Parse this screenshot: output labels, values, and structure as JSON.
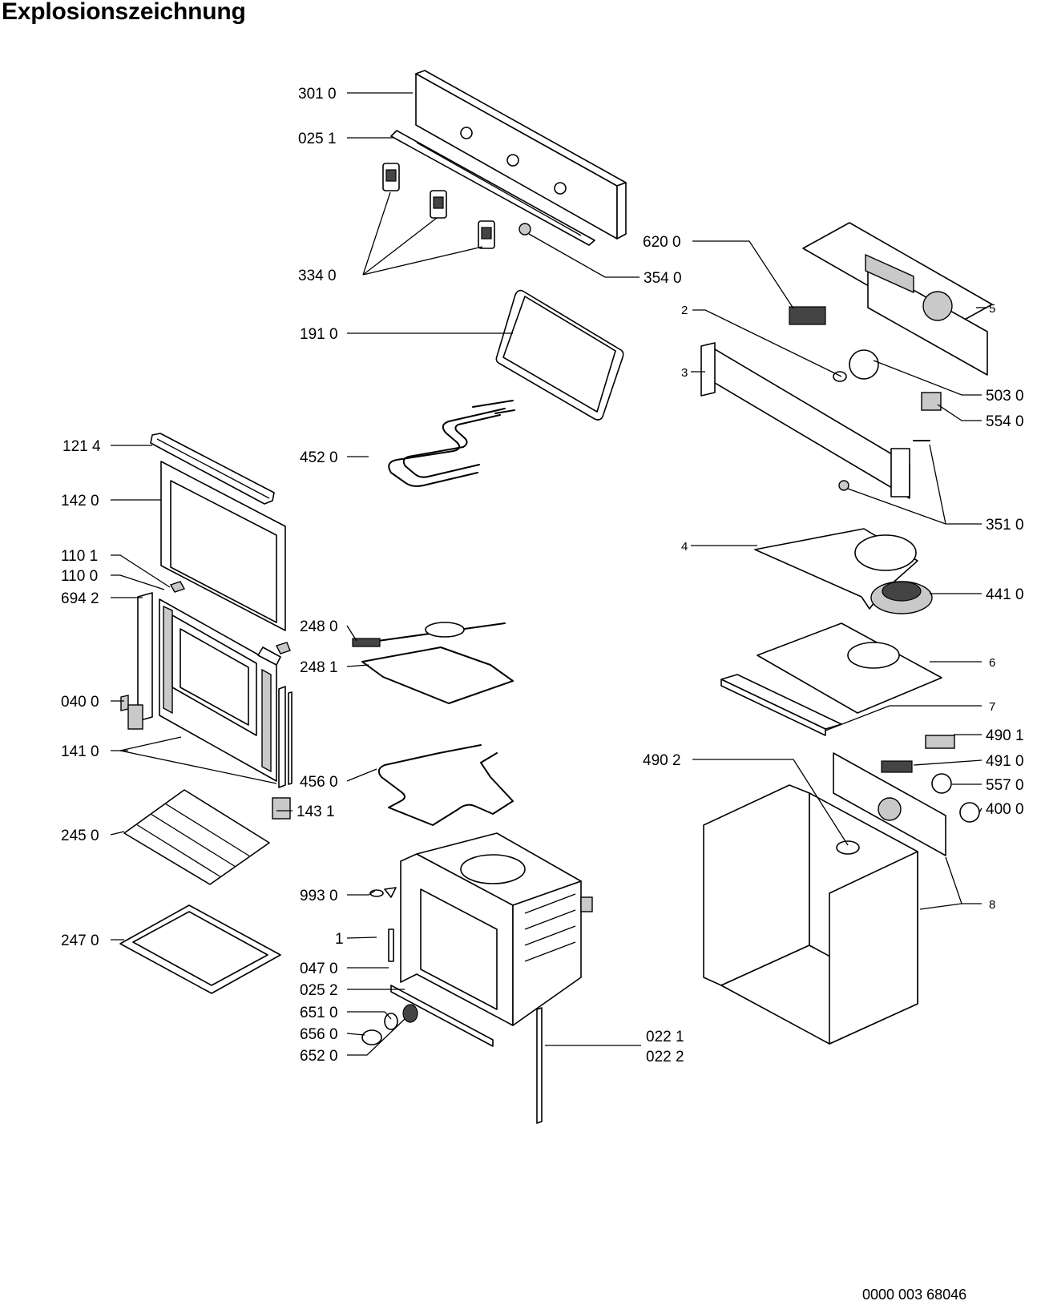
{
  "title": "Explosionszeichnung",
  "doc_number": "0000 003 68046",
  "labels": {
    "l3010": "301 0",
    "l0251": "025 1",
    "l3340": "334 0",
    "l3540": "354 0",
    "l1910": "191 0",
    "l4520": "452 0",
    "l1214": "121 4",
    "l1420": "142 0",
    "l1101": "110 1",
    "l1100": "110 0",
    "l6942": "694 2",
    "l0400": "040 0",
    "l1410": "141 0",
    "l2480": "248 0",
    "l2481": "248 1",
    "l4560": "456 0",
    "l1431": "143 1",
    "l2450": "245 0",
    "l2470": "247 0",
    "l9930": "993 0",
    "l1": "1",
    "l0470": "047 0",
    "l0252": "025 2",
    "l6510": "651 0",
    "l6560": "656 0",
    "l6520": "652 0",
    "l0221": "022 1",
    "l0222": "022 2",
    "l6200": "620 0",
    "l2": "2",
    "l3": "3",
    "l5": "5",
    "l5030": "503 0",
    "l5540": "554 0",
    "l3510": "351 0",
    "l4": "4",
    "l4410": "441 0",
    "l6": "6",
    "l7": "7",
    "l4901": "490 1",
    "l4902": "490 2",
    "l4910": "491 0",
    "l5570": "557 0",
    "l4000": "400 0",
    "l8": "8"
  }
}
